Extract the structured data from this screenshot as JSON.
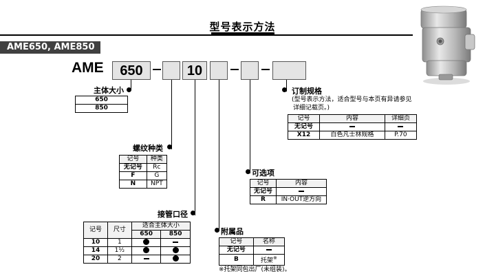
{
  "header": {
    "title": "型号表示方法",
    "series": "AME650, AME850"
  },
  "model": {
    "prefix": "AME",
    "size_code": "650",
    "port_code": "10"
  },
  "body_size": {
    "label": "主体大小",
    "options": [
      "650",
      "850"
    ]
  },
  "thread": {
    "label": "螺纹种类",
    "headers": [
      "记号",
      "种类"
    ],
    "rows": [
      {
        "code": "无记号",
        "value": "Rc"
      },
      {
        "code": "F",
        "value": "G"
      },
      {
        "code": "N",
        "value": "NPT"
      }
    ]
  },
  "port": {
    "label": "接管口径",
    "headers": [
      "记号",
      "尺寸",
      "适合主体大小"
    ],
    "sub_headers": [
      "650",
      "850"
    ],
    "rows": [
      {
        "code": "10",
        "size": "1",
        "b650": "●",
        "b850": "–"
      },
      {
        "code": "14",
        "size": "1½",
        "b650": "●",
        "b850": "●"
      },
      {
        "code": "20",
        "size": "2",
        "b650": "–",
        "b850": "●"
      }
    ]
  },
  "accessory": {
    "label": "附属品",
    "headers": [
      "记号",
      "名称"
    ],
    "rows": [
      {
        "code": "无记号",
        "value": "–"
      },
      {
        "code": "B",
        "value": "托架",
        "mark": "※"
      }
    ],
    "footnote": "※托架同包出厂(未组装)。"
  },
  "option": {
    "label": "可选项",
    "headers": [
      "记号",
      "内容"
    ],
    "rows": [
      {
        "code": "无记号",
        "value": "–"
      },
      {
        "code": "R",
        "value": "IN·OUT逆方向"
      }
    ]
  },
  "custom": {
    "label": "订制规格",
    "note_1": "(型号表示方法，适合型号与本页有异请参见",
    "note_2": "详细记载页。)",
    "headers": [
      "记号",
      "内容",
      "详细页"
    ],
    "rows": [
      {
        "code": "无记号",
        "value": "–",
        "page": "–"
      },
      {
        "code": "X12",
        "value": "白色凡士林规格",
        "page": "P.70"
      }
    ]
  },
  "icons": {
    "product": "filter-product-photo-icon",
    "bullet": "filled-circle-icon"
  }
}
